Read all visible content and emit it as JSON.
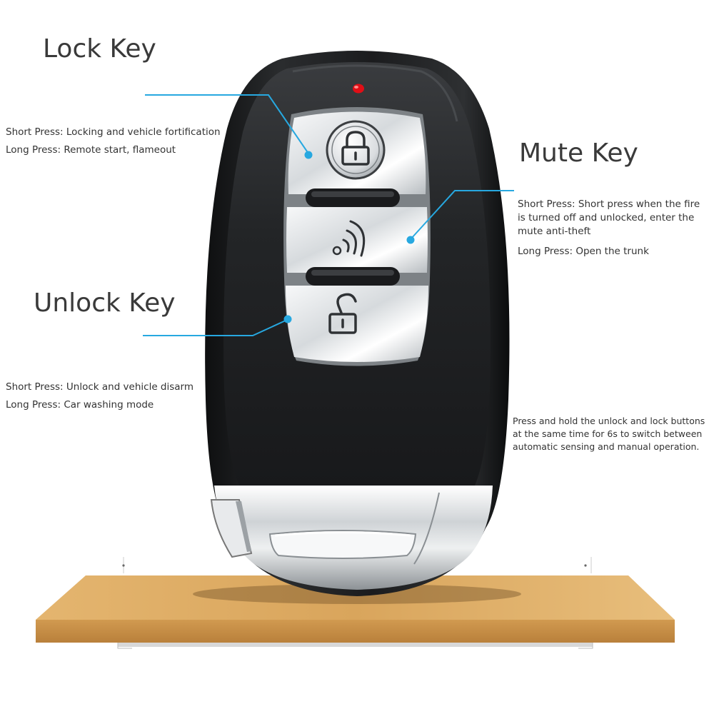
{
  "colors": {
    "callout_line": "#27a8e0",
    "fob_body": "#1d1f21",
    "chrome": "#d9dde0",
    "led": "#e10e16",
    "shelf_top": "#d9a55c",
    "shelf_front": "#c28a43"
  },
  "icons": {
    "lock_button": "padlock-closed-icon",
    "mute_button": "signal-waves-icon",
    "unlock_button": "padlock-open-icon"
  },
  "lock_key": {
    "title": "Lock Key",
    "short_press": "Short Press: Locking and vehicle fortification",
    "long_press": "Long Press: Remote start, flameout"
  },
  "mute_key": {
    "title": "Mute Key",
    "short_press": "Short Press: Short press when the fire is turned off and unlocked, enter the mute anti-theft",
    "long_press": "Long Press: Open the trunk"
  },
  "unlock_key": {
    "title": "Unlock Key",
    "short_press": "Short Press: Unlock and vehicle disarm",
    "long_press": "Long Press: Car washing mode"
  },
  "note": "Press and hold the unlock and lock buttons at the same time for 6s to switch between automatic sensing and manual operation."
}
